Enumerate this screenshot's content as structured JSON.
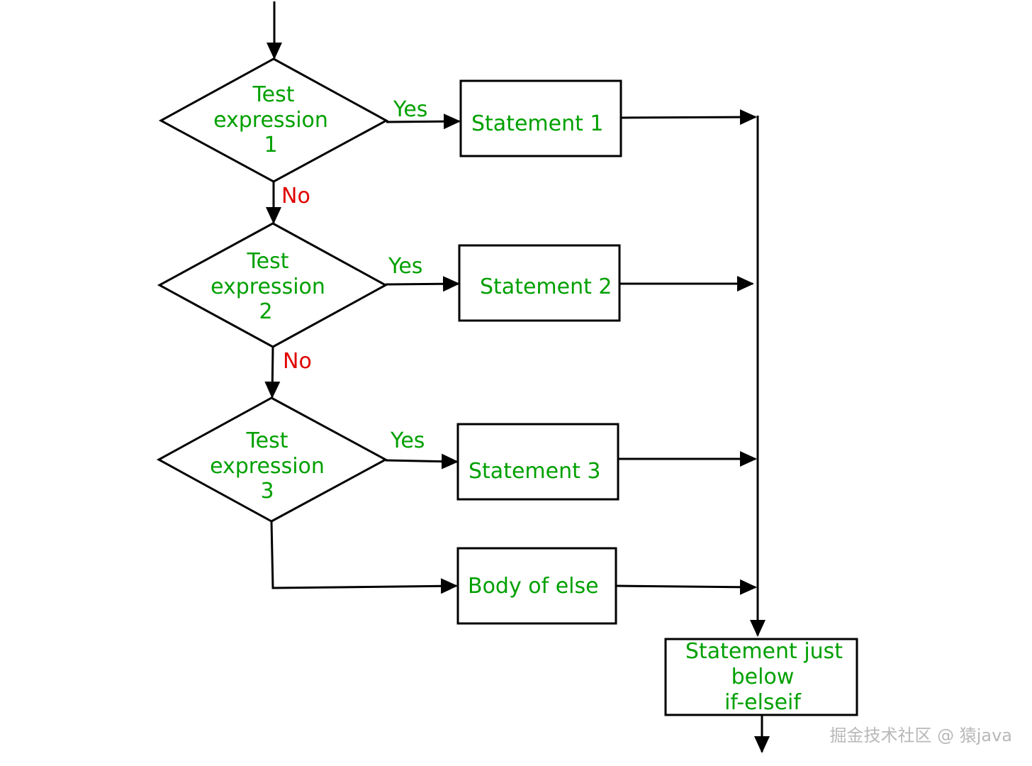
{
  "decisions": [
    {
      "line1": "Test",
      "line2": "expression",
      "line3": "1",
      "yes_label": "Yes",
      "no_label": "No"
    },
    {
      "line1": "Test",
      "line2": "expression",
      "line3": "2",
      "yes_label": "Yes",
      "no_label": "No"
    },
    {
      "line1": "Test",
      "line2": "expression",
      "line3": "3",
      "yes_label": "Yes"
    }
  ],
  "statements": [
    {
      "label": "Statement 1"
    },
    {
      "label": "Statement 2"
    },
    {
      "label": "Statement 3"
    },
    {
      "label": "Body of else"
    }
  ],
  "final": {
    "line1": "Statement just",
    "line2": "below",
    "line3": "if-elseif"
  },
  "watermark": "掘金技术社区 @ 猿java",
  "colors": {
    "text_green": "#00a000",
    "text_red": "#e00000",
    "lines": "#000000"
  }
}
